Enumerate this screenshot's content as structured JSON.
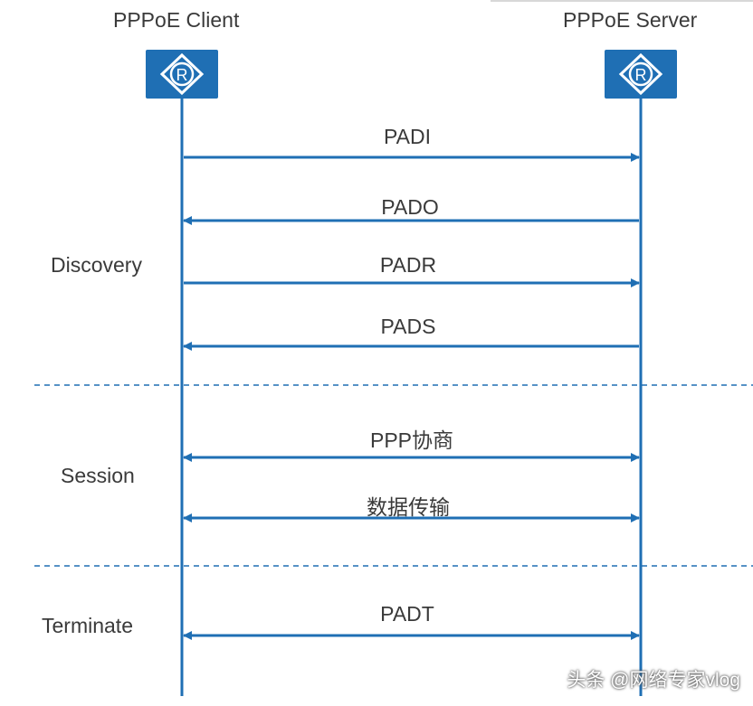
{
  "entities": {
    "client": {
      "label": "PPPoE Client",
      "icon": "router-icon"
    },
    "server": {
      "label": "PPPoE Server",
      "icon": "router-icon"
    }
  },
  "phases": {
    "discovery": "Discovery",
    "session": "Session",
    "terminate": "Terminate"
  },
  "messages": [
    {
      "label": "PADI",
      "direction": "to-server"
    },
    {
      "label": "PADO",
      "direction": "to-client"
    },
    {
      "label": "PADR",
      "direction": "to-server"
    },
    {
      "label": "PADS",
      "direction": "to-client"
    },
    {
      "label": "PPP协商",
      "direction": "both"
    },
    {
      "label": "数据传输",
      "direction": "both"
    },
    {
      "label": "PADT",
      "direction": "both"
    }
  ],
  "watermark": "头条 @网络专家vlog",
  "colors": {
    "lifeline": "#1f6fb4",
    "arrow": "#1f6fb4",
    "divider": "#1f6fb4",
    "router_box": "#1f6fb4"
  }
}
